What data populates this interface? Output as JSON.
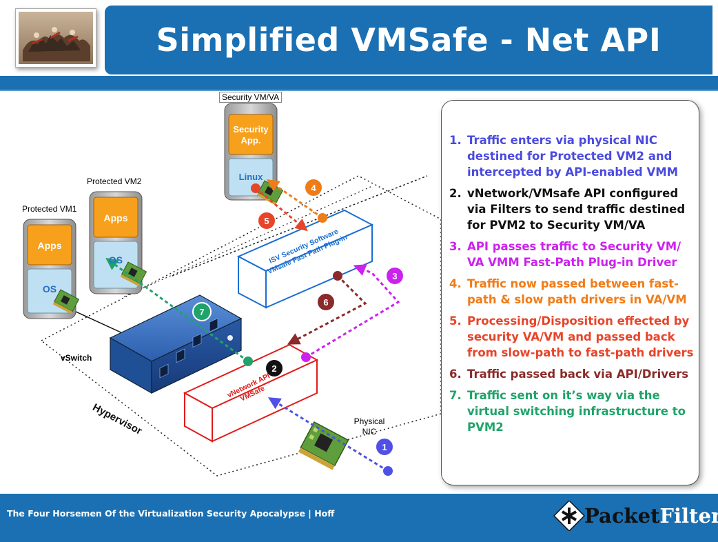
{
  "slide": {
    "title": "Simplified VMSafe - Net API Example",
    "footer_text": "The Four Horsemen Of the Virtualization Security Apocalypse | Hoff",
    "brand": {
      "word1": "Packet",
      "word2": "Filter"
    }
  },
  "diagram": {
    "security_vm_label": "Security VM/VA",
    "security_app_label": "Security App.",
    "linux_label": "Linux",
    "protected_vm1_label": "Protected VM1",
    "protected_vm2_label": "Protected VM2",
    "apps_label": "Apps",
    "os_label": "OS",
    "vswitch_label": "vSwitch",
    "hypervisor_label": "Hypervisor",
    "physical_nic_label": "Physical NIC",
    "isv_line1": "ISV Security Software",
    "isv_line2": "VMsafe Fast Path Plug-in",
    "vnetwork_line1": "vNetwork API",
    "vnetwork_line2": "VMSafe",
    "markers": [
      {
        "number": "1",
        "color": "#5050e6"
      },
      {
        "number": "2",
        "color": "#111111"
      },
      {
        "number": "3",
        "color": "#cc22ee"
      },
      {
        "number": "4",
        "color": "#f07c18"
      },
      {
        "number": "5",
        "color": "#e8442a"
      },
      {
        "number": "6",
        "color": "#8b2a2a"
      },
      {
        "number": "7",
        "color": "#1fa36a"
      }
    ]
  },
  "steps": [
    {
      "number": "1.",
      "text": "Traffic enters via physical NIC destined for Protected VM2 and intercepted by API-enabled VMM",
      "color": "#4a4ae0"
    },
    {
      "number": "2.",
      "text": "vNetwork/VMsafe API configured via Filters to send traffic destined for PVM2 to Security VM/VA",
      "color": "#111111"
    },
    {
      "number": "3.",
      "text": "API passes traffic to Security VM/ VA VMM Fast-Path Plug-in Driver",
      "color": "#cc22ee"
    },
    {
      "number": "4.",
      "text": "Traffic now passed between fast-path & slow path drivers in VA/VM",
      "color": "#f07c18"
    },
    {
      "number": "5.",
      "text": "Processing/Disposition effected by security VA/VM and passed back from slow-path to fast-path drivers",
      "color": "#e8442a"
    },
    {
      "number": "6.",
      "text": "Traffic passed back via API/Drivers",
      "color": "#8b2a2a"
    },
    {
      "number": "7.",
      "text": "Traffic sent on it’s way via the virtual switching infrastructure to PVM2",
      "color": "#1fa36a"
    }
  ]
}
